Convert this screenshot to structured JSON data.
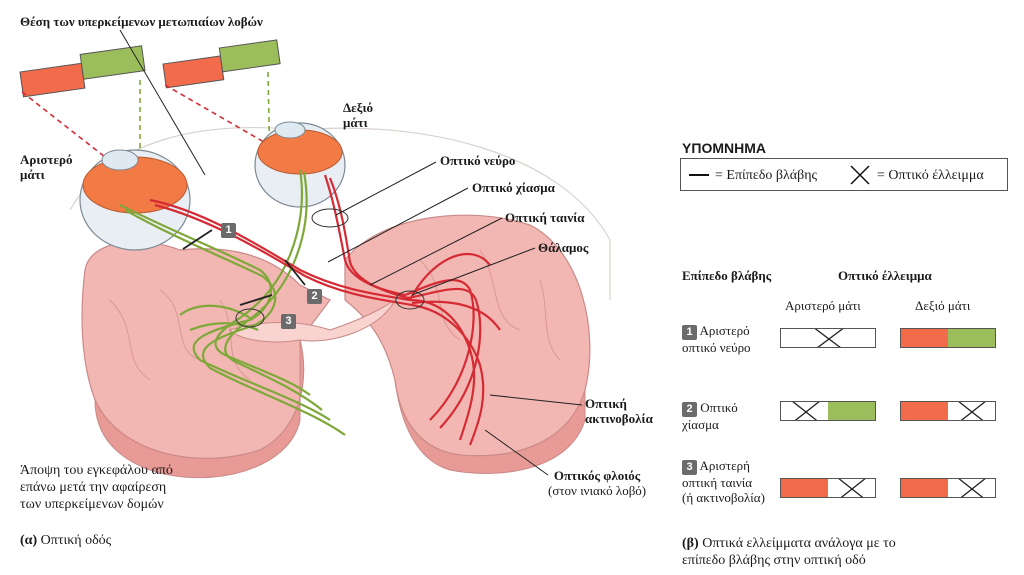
{
  "left_panel": {
    "title_top": "Θέση των υπερκείμενων μετωπιαίων λοβών",
    "left_eye": [
      "Αριστερό",
      "μάτι"
    ],
    "right_eye": [
      "Δεξιό",
      "μάτι"
    ],
    "optic_nerve": "Οπτικό νεύρο",
    "optic_chiasm": "Οπτικό χίασμα",
    "optic_tract": "Οπτική ταινία",
    "thalamus": "Θάλαμος",
    "optic_radiation": [
      "Οπτική",
      "ακτινοβολία"
    ],
    "visual_cortex": "Οπτικός φλοιός",
    "visual_cortex_sub": "(στον ινιακό λοβό)",
    "view_note": [
      "Άποψη του εγκεφάλου από",
      "επάνω μετά την αφαίρεση",
      "των υπερκείμενων δομών"
    ],
    "caption_letter": "(α)",
    "caption": "Οπτική οδός",
    "markers": [
      "1",
      "2",
      "3"
    ]
  },
  "right_panel": {
    "legend_title": "ΥΠΟΜΝΗΜΑ",
    "legend_lesion": "= Επίπεδο βλάβης",
    "legend_deficit": "= Οπτικό έλλειμμα",
    "col_level": "Επίπεδο βλάβης",
    "col_deficit": "Οπτικό έλλειμμα",
    "sub_left": "Αριστερό μάτι",
    "sub_right": "Δεξιό μάτι",
    "rows": [
      {
        "num": "1",
        "label": [
          "Αριστερό",
          "οπτικό νεύρο"
        ],
        "left": {
          "left_half": "#ffffff",
          "right_half": "#ffffff",
          "crossed": true
        },
        "right": {
          "left_half": "#f26b4b",
          "right_half": "#9cbd5b",
          "crossed": false
        }
      },
      {
        "num": "2",
        "label": [
          "Οπτικό",
          "χίασμα"
        ],
        "left": {
          "left_half": "#ffffff",
          "right_half": "#9cbd5b",
          "crossed_half": "left"
        },
        "right": {
          "left_half": "#f26b4b",
          "right_half": "#ffffff",
          "crossed_half": "right"
        }
      },
      {
        "num": "3",
        "label": [
          "Αριστερή",
          "οπτική ταινία",
          "(ή ακτινοβολία)"
        ],
        "left": {
          "left_half": "#f26b4b",
          "right_half": "#ffffff",
          "crossed_half": "right"
        },
        "right": {
          "left_half": "#f26b4b",
          "right_half": "#ffffff",
          "crossed_half": "right"
        }
      }
    ],
    "caption_letter": "(β)",
    "caption": [
      "Οπτικά ελλείμματα ανάλογα με το",
      "επίπεδο βλάβης στην οπτική οδό"
    ]
  },
  "colors": {
    "red_field": "#f26b4b",
    "green_field": "#9cbd5b",
    "brain": "#f3b7b3",
    "red_path": "#d62b34",
    "green_path": "#7fa83a"
  }
}
